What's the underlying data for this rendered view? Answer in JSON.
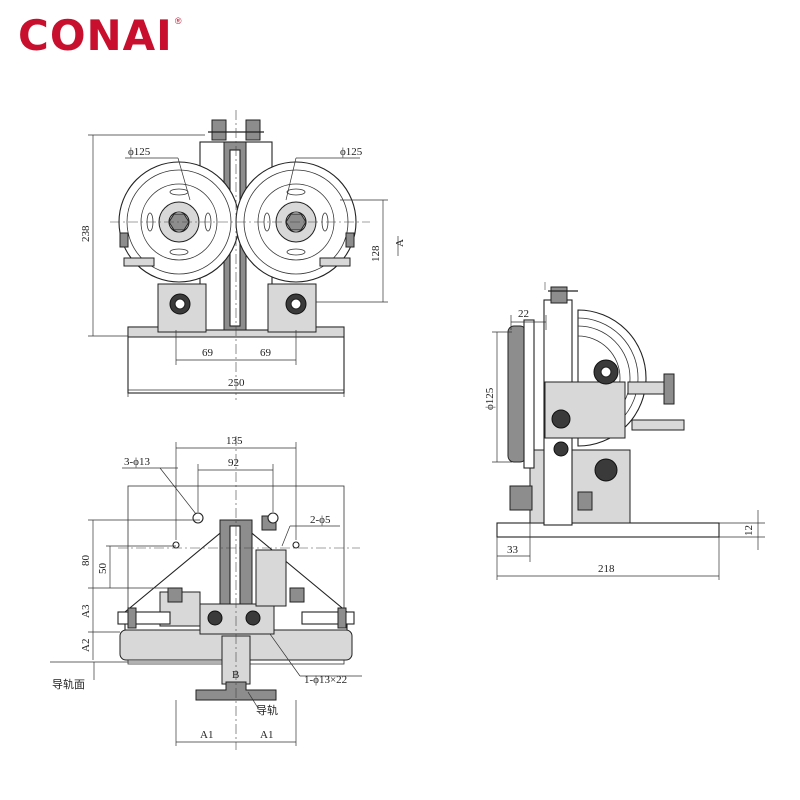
{
  "brand": {
    "name": "CONAI",
    "mark": "®",
    "color": "#c8102e"
  },
  "front_view": {
    "dia_left": "ϕ125",
    "dia_right": "ϕ125",
    "height": "238",
    "wheel_height": "128",
    "section_mark": "A",
    "spacing_left": "69",
    "spacing_right": "69",
    "base_width": "250"
  },
  "side_view": {
    "wheel_dia": "ϕ125",
    "top_width": "22",
    "offset": "33",
    "base_length": "218",
    "base_thickness": "12"
  },
  "top_view": {
    "width_outer": "135",
    "width_inner": "92",
    "holes_large": "3-ϕ13",
    "holes_small": "2-ϕ5",
    "height_outer": "80",
    "height_inner": "50",
    "dim_a3": "A3",
    "dim_a2": "A2",
    "rail_face": "导轨面",
    "rail": "导轨",
    "slot": "1-ϕ13×22",
    "dim_a1_left": "A1",
    "dim_a1_right": "A1",
    "dim_b": "B"
  }
}
